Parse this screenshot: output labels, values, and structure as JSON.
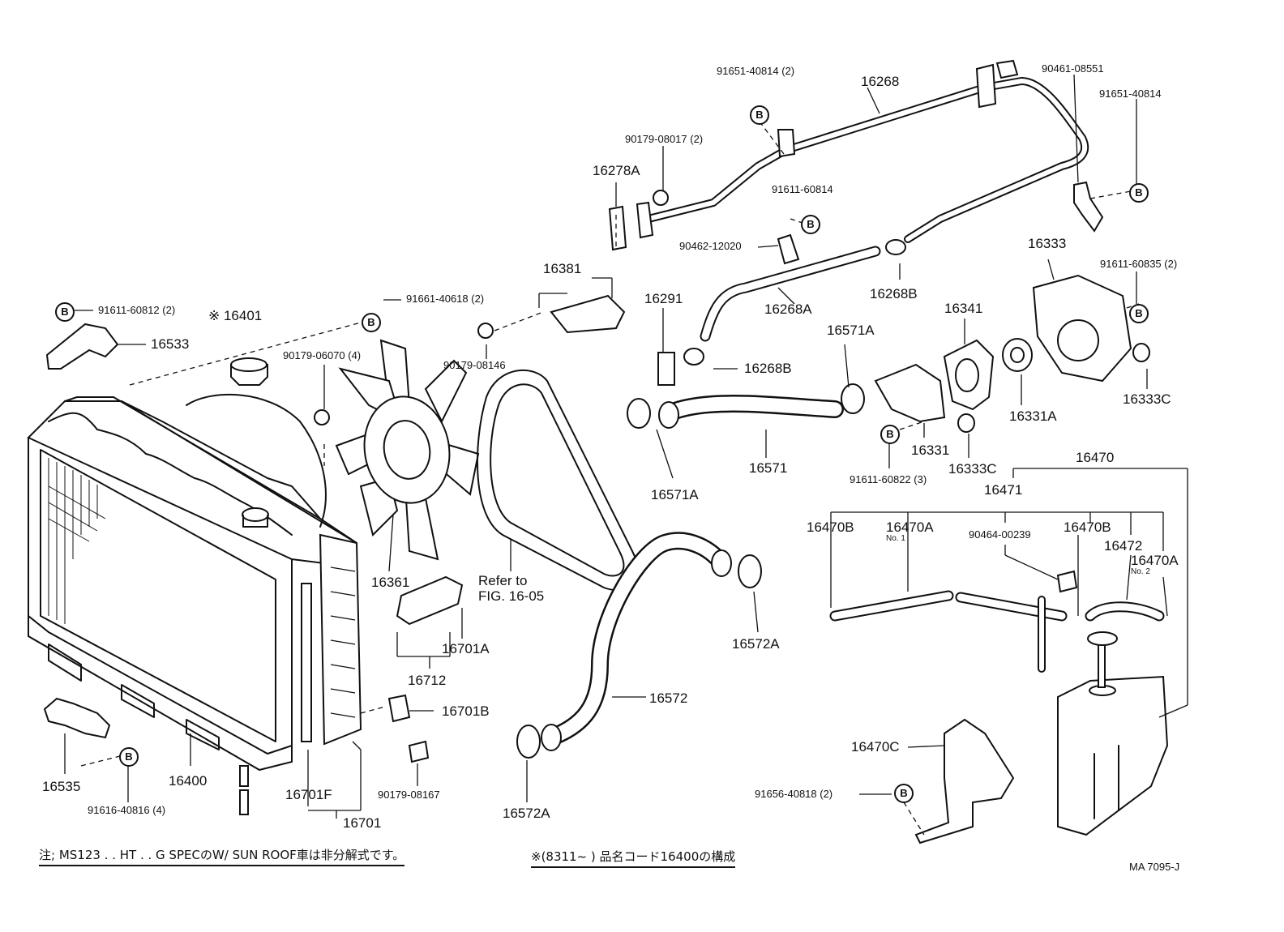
{
  "labels": {
    "p91651_40814_2": "91651-40814 (2)",
    "p16268": "16268",
    "p90461_08551": "90461-08551",
    "p91651_40814": "91651-40814",
    "p90179_08017_2": "90179-08017 (2)",
    "p16278A": "16278A",
    "p91611_60814": "91611-60814",
    "p90462_12020": "90462-12020",
    "p16381": "16381",
    "p16291": "16291",
    "p16268A": "16268A",
    "p16268B_top": "16268B",
    "p16333": "16333",
    "p91611_60835_2": "91611-60835 (2)",
    "p91611_60812_2": "91611-60812 (2)",
    "p16401": "※ 16401",
    "p91661_40618_2": "91661-40618 (2)",
    "p16533": "16533",
    "p90179_06070_4": "90179-06070 (4)",
    "p90179_08146": "90179-08146",
    "p16268B_mid": "16268B",
    "p16341": "16341",
    "p16571A_top": "16571A",
    "p16333C_right": "16333C",
    "p16331A": "16331A",
    "p16571": "16571",
    "p16331": "16331",
    "p16333C_mid": "16333C",
    "p16470": "16470",
    "p91611_60822_3": "91611-60822 (3)",
    "p16571A_bot": "16571A",
    "p16471": "16471",
    "p16470B_left": "16470B",
    "p16470A_1": "16470A",
    "no1": "No. 1",
    "p90464_00239": "90464-00239",
    "p16470B_right": "16470B",
    "p16472": "16472",
    "p16470A_2": "16470A",
    "no2": "No. 2",
    "p16361": "16361",
    "refer_to": "Refer to",
    "fig": "FIG. 16-05",
    "p16572A_top": "16572A",
    "p16701A": "16701A",
    "p16712": "16712",
    "p16572": "16572",
    "p16701B": "16701B",
    "p16470C": "16470C",
    "p16535": "16535",
    "p16400": "16400",
    "p16701F": "16701F",
    "p90179_08167": "90179-08167",
    "p16572A_bot": "16572A",
    "p91656_40818_2": "91656-40818 (2)",
    "p91616_40816_4": "91616-40816 (4)",
    "p16701": "16701"
  },
  "bolt_marker": "B",
  "footnotes": {
    "left": "注; MS123 . . HT . . G  SPECのW/ SUN  ROOF車は非分解式です。",
    "center": "※(8311~        ) 品名コード16400の構成",
    "code": "MA 7095-J"
  }
}
